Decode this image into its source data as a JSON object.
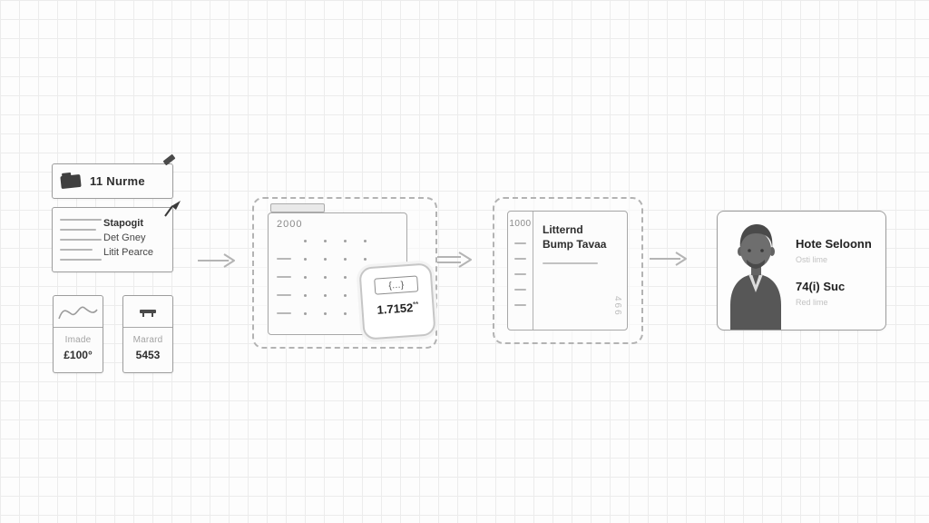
{
  "name_card": {
    "label": "11 Nurme"
  },
  "note_card": {
    "lines": [
      "Stapogit",
      "Det Gney",
      "Litit Pearce"
    ]
  },
  "stat_cards": [
    {
      "label": "Imade",
      "value": "£100°"
    },
    {
      "label": "Marard",
      "value": "5453"
    }
  ],
  "sheet_panel": {
    "header": "2000"
  },
  "sticker": {
    "token": "{…}",
    "value": "1.7152",
    "sup": "**"
  },
  "summary_panel": {
    "header": "1000",
    "title1": "Litternd",
    "title2": "Bump Tavaa",
    "side_label": "466"
  },
  "profile_card": {
    "name": "Hote Seloonn",
    "caption1": "Osti lime",
    "value": "74(i) Suc",
    "caption2": "Red lime"
  }
}
